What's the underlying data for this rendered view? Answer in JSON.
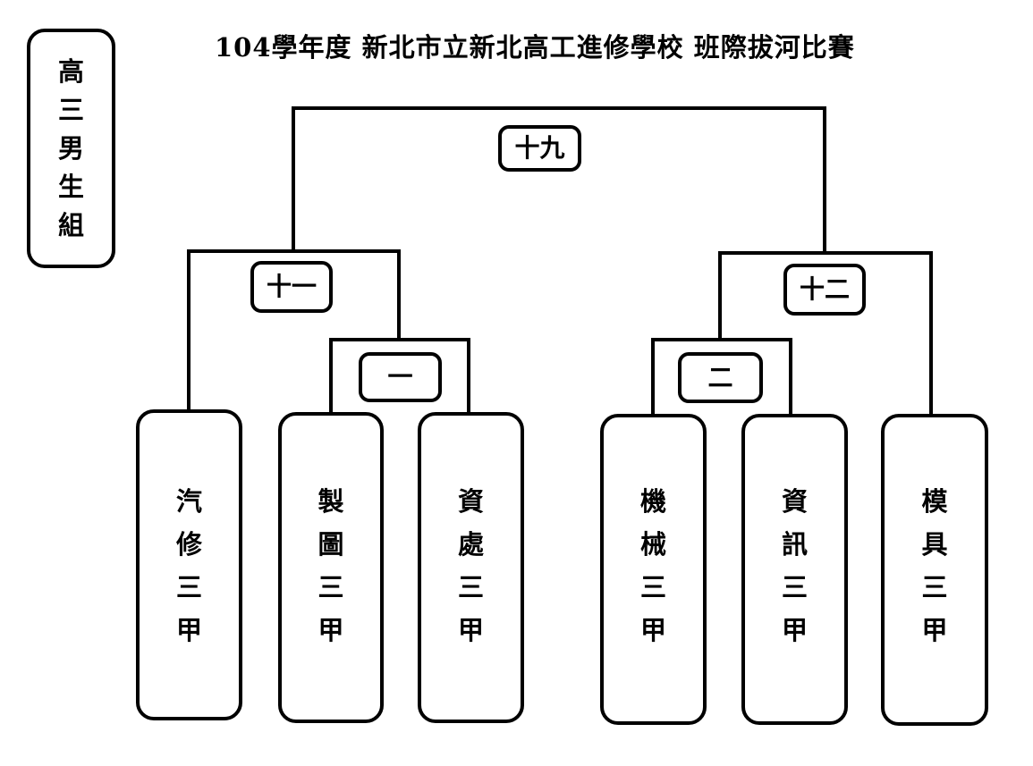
{
  "title": "104學年度 新北市立新北高工進修學校 班際拔河比賽",
  "group": {
    "chars": [
      "高",
      "三",
      "男",
      "生",
      "組"
    ]
  },
  "rounds": {
    "final": "十九",
    "semi_left": "十一",
    "semi_right": "十二",
    "r1_left": "一",
    "r1_right": "二"
  },
  "teams": [
    {
      "chars": [
        "汽",
        "修",
        "三",
        "甲"
      ]
    },
    {
      "chars": [
        "製",
        "圖",
        "三",
        "甲"
      ]
    },
    {
      "chars": [
        "資",
        "處",
        "三",
        "甲"
      ]
    },
    {
      "chars": [
        "機",
        "械",
        "三",
        "甲"
      ]
    },
    {
      "chars": [
        "資",
        "訊",
        "三",
        "甲"
      ]
    },
    {
      "chars": [
        "模",
        "具",
        "三",
        "甲"
      ]
    }
  ]
}
